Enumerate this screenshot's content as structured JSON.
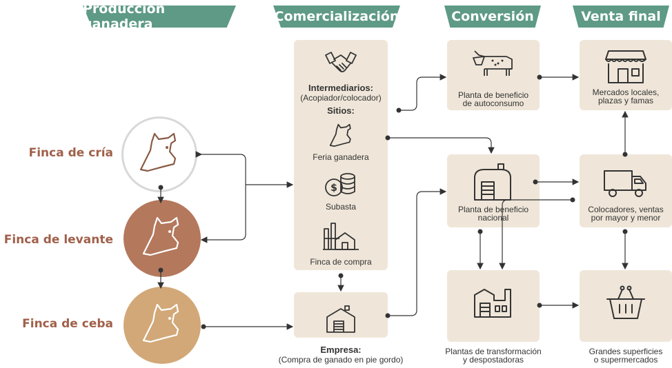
{
  "headers": {
    "produccion": "Producción ganadera",
    "comercializacion": "Comercialización",
    "conversion": "Conversión",
    "venta": "Venta final"
  },
  "fincas": {
    "cria": "Finca de cría",
    "levante": "Finca de levante",
    "ceba": "Finca de ceba"
  },
  "comercializacion": {
    "intermediarios_title": "Intermediarios:",
    "intermediarios_sub": "(Acopiador/colocador)",
    "sitios_title": "Sitios:",
    "feria": "Feria ganadera",
    "subasta": "Subasta",
    "finca_compra": "Finca de compra",
    "empresa_title": "Empresa:",
    "empresa_sub": "(Compra de ganado en pie gordo)"
  },
  "conversion": {
    "autoconsumo_1": "Planta de beneficio",
    "autoconsumo_2": "de autoconsumo",
    "nacional_1": "Planta de beneficio",
    "nacional_2": "nacional",
    "transformacion_1": "Plantas de transformación",
    "transformacion_2": "y despostadoras"
  },
  "venta": {
    "mercados_1": "Mercados locales,",
    "mercados_2": "plazas y famas",
    "colocadores_1": "Colocadores, ventas",
    "colocadores_2": "por mayor y menor",
    "grandes_1": "Grandes superficies",
    "grandes_2": "o supermercados"
  },
  "colors": {
    "header": "#5e9a86",
    "box": "#efe6d9",
    "finca_text": "#a0604a",
    "levante": "#b4785d",
    "ceba": "#d2a878",
    "line": "#333333"
  }
}
